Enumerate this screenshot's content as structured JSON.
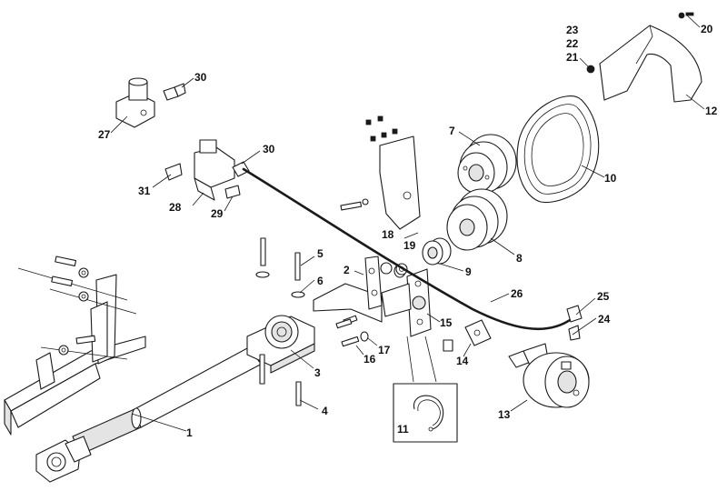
{
  "callouts": [
    {
      "id": "c1",
      "label": "1"
    },
    {
      "id": "c2",
      "label": "2"
    },
    {
      "id": "c3",
      "label": "3"
    },
    {
      "id": "c4",
      "label": "4"
    },
    {
      "id": "c5",
      "label": "5"
    },
    {
      "id": "c6",
      "label": "6"
    },
    {
      "id": "c7",
      "label": "7"
    },
    {
      "id": "c8",
      "label": "8"
    },
    {
      "id": "c9",
      "label": "9"
    },
    {
      "id": "c10",
      "label": "10"
    },
    {
      "id": "c11",
      "label": "11"
    },
    {
      "id": "c12",
      "label": "12"
    },
    {
      "id": "c13",
      "label": "13"
    },
    {
      "id": "c14",
      "label": "14"
    },
    {
      "id": "c15",
      "label": "15"
    },
    {
      "id": "c16",
      "label": "16"
    },
    {
      "id": "c17",
      "label": "17"
    },
    {
      "id": "c18",
      "label": "18"
    },
    {
      "id": "c19",
      "label": "19"
    },
    {
      "id": "c20",
      "label": "20"
    },
    {
      "id": "c21",
      "label": "21"
    },
    {
      "id": "c22",
      "label": "22"
    },
    {
      "id": "c23",
      "label": "23"
    },
    {
      "id": "c24",
      "label": "24"
    },
    {
      "id": "c25",
      "label": "25"
    },
    {
      "id": "c26",
      "label": "26"
    },
    {
      "id": "c27",
      "label": "27"
    },
    {
      "id": "c28",
      "label": "28"
    },
    {
      "id": "c29",
      "label": "29"
    },
    {
      "id": "c30a",
      "label": "30"
    },
    {
      "id": "c30b",
      "label": "30"
    },
    {
      "id": "c31",
      "label": "31"
    }
  ]
}
